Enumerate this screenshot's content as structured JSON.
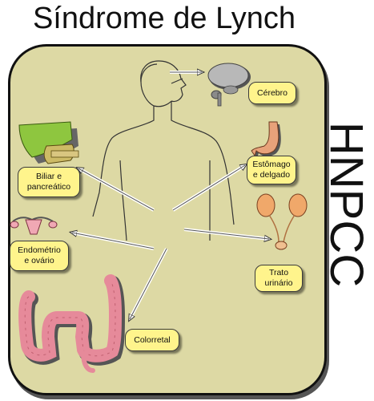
{
  "title": "Síndrome de Lynch",
  "side_label": "HNPCC",
  "organs": {
    "brain": "Cérebro",
    "stomach": "Estômago\ne delgado",
    "biliary": "Biliar e\npancreático",
    "urinary": "Trato\nurinário",
    "endometrium": "Endométrio\ne ovário",
    "colorectal": "Colorretal"
  },
  "colors": {
    "panel_fill": "#ddd9a4",
    "callout_fill": "#fff48c",
    "brain": "#b8b8b8",
    "stomach": "#e8a27a",
    "biliary": "#8ec63f",
    "kidney": "#f0a86a",
    "uterus": "#f0a8b4",
    "colon": "#e68a9a"
  }
}
